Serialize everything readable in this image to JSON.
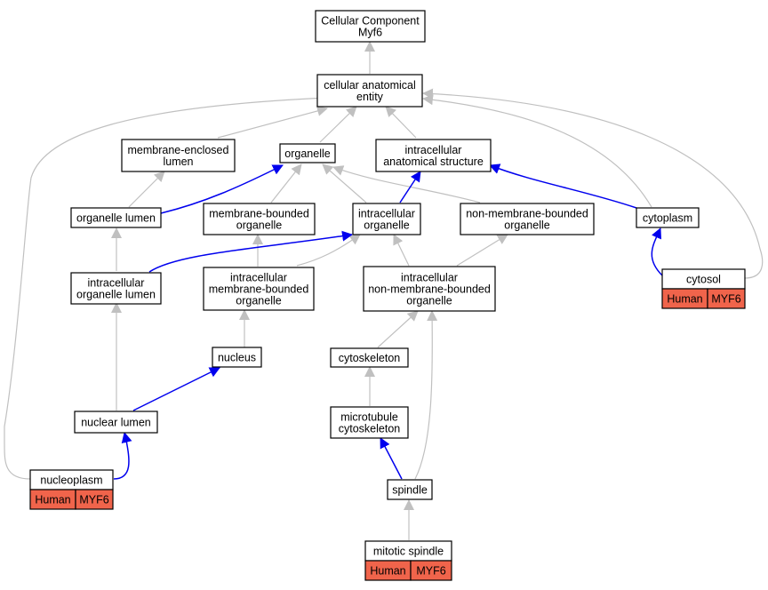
{
  "colors": {
    "gray_edge": "#c0c0c0",
    "blue_edge": "#0000ee",
    "tag_fill": "#f0644b"
  },
  "nodes": {
    "root": [
      "Cellular Component",
      "Myf6"
    ],
    "cae": [
      "cellular anatomical",
      "entity"
    ],
    "mel": [
      "membrane-enclosed",
      "lumen"
    ],
    "org": [
      "organelle"
    ],
    "ias": [
      "intracellular",
      "anatomical structure"
    ],
    "orgl": [
      "organelle lumen"
    ],
    "mbo": [
      "membrane-bounded",
      "organelle"
    ],
    "io": [
      "intracellular",
      "organelle"
    ],
    "nmbo": [
      "non-membrane-bounded",
      "organelle"
    ],
    "cyto": [
      "cytoplasm"
    ],
    "iol": [
      "intracellular",
      "organelle lumen"
    ],
    "imbo": [
      "intracellular",
      "membrane-bounded",
      "organelle"
    ],
    "inmbo": [
      "intracellular",
      "non-membrane-bounded",
      "organelle"
    ],
    "cytosol": [
      "cytosol"
    ],
    "nuc": [
      "nucleus"
    ],
    "cytosk": [
      "cytoskeleton"
    ],
    "nl": [
      "nuclear lumen"
    ],
    "mtc": [
      "microtubule",
      "cytoskeleton"
    ],
    "nucp": [
      "nucleoplasm"
    ],
    "spindle": [
      "spindle"
    ],
    "mspindle": [
      "mitotic spindle"
    ]
  },
  "annotations": {
    "cytosol": [
      "Human",
      "MYF6"
    ],
    "nucp": [
      "Human",
      "MYF6"
    ],
    "mspindle": [
      "Human",
      "MYF6"
    ]
  }
}
